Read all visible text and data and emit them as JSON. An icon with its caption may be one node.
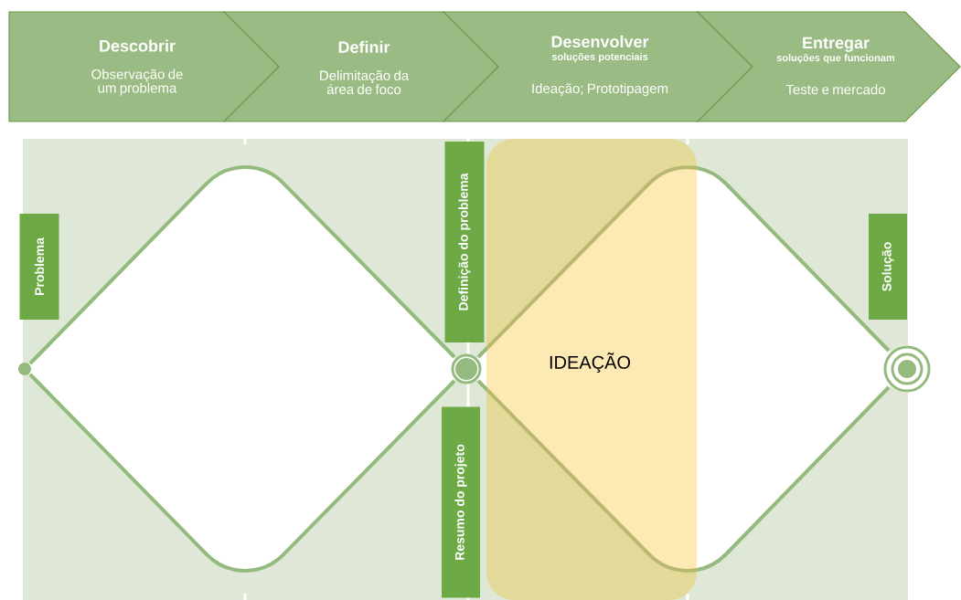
{
  "diagram": {
    "nodes": [
      {
        "text": [
          "Descobrir",
          "Observação de um problema"
        ]
      },
      {
        "text": [
          "Definir",
          "Delimitação da área de foco"
        ]
      },
      {
        "text": [
          "Desenvolver",
          "soluções potenciais",
          "Ideação; Prototipagem"
        ]
      },
      {
        "text": [
          "Entregar",
          "soluções que funcionam",
          "Teste e mercado"
        ]
      },
      {
        "text": [],
        "shape": "circle"
      },
      {
        "text": [
          "Problema"
        ]
      },
      {
        "text": [],
        "shape": "diamond"
      },
      {
        "text": [
          "Definição do problema"
        ]
      },
      {
        "text": [],
        "shape": "circle"
      },
      {
        "text": [
          "Resumo do projeto"
        ]
      },
      {
        "text": [
          "IDEAÇÃO"
        ]
      },
      {
        "text": [
          "Solução"
        ]
      },
      {
        "text": [],
        "shape": "circle"
      }
    ]
  }
}
